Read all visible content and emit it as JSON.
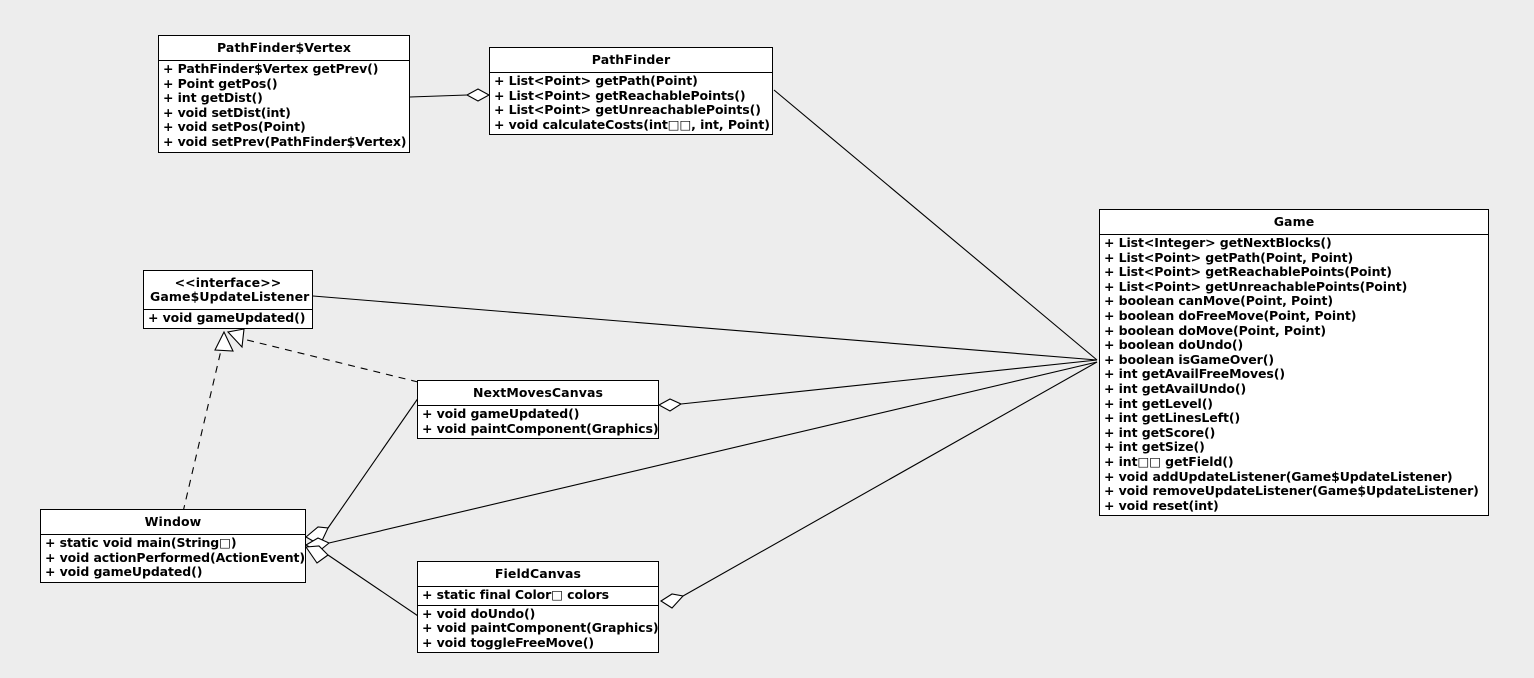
{
  "diagram": {
    "type": "uml-class-diagram",
    "background_color": "#ededed",
    "box_fill_color": "#ffffff",
    "line_color": "#000000"
  },
  "classes": {
    "pathfinder_vertex": {
      "name": "PathFinder$Vertex",
      "stereotype": "",
      "attributes": [],
      "methods": [
        "+ PathFinder$Vertex getPrev()",
        "+ Point getPos()",
        "+ int getDist()",
        "+ void setDist(int)",
        "+ void setPos(Point)",
        "+ void setPrev(PathFinder$Vertex)"
      ]
    },
    "pathfinder": {
      "name": "PathFinder",
      "stereotype": "",
      "attributes": [],
      "methods": [
        "+ List<Point> getPath(Point)",
        "+ List<Point> getReachablePoints()",
        "+ List<Point> getUnreachablePoints()",
        "+ void calculateCosts(int□□, int, Point)"
      ]
    },
    "game_update_listener": {
      "name": "Game$UpdateListener",
      "stereotype": "<<interface>>",
      "attributes": [],
      "methods": [
        "+ void gameUpdated()"
      ]
    },
    "next_moves_canvas": {
      "name": "NextMovesCanvas",
      "stereotype": "",
      "attributes": [],
      "methods": [
        "+ void gameUpdated()",
        "+ void paintComponent(Graphics)"
      ]
    },
    "window": {
      "name": "Window",
      "stereotype": "",
      "attributes": [],
      "methods": [
        "+ static void main(String□)",
        "+ void actionPerformed(ActionEvent)",
        "+ void gameUpdated()"
      ]
    },
    "field_canvas": {
      "name": "FieldCanvas",
      "stereotype": "",
      "attributes": [
        "+ static final Color□ colors"
      ],
      "methods": [
        "+ void doUndo()",
        "+ void paintComponent(Graphics)",
        "+ void toggleFreeMove()"
      ]
    },
    "game": {
      "name": "Game",
      "stereotype": "",
      "attributes": [],
      "methods": [
        "+ List<Integer> getNextBlocks()",
        "+ List<Point> getPath(Point, Point)",
        "+ List<Point> getReachablePoints(Point)",
        "+ List<Point> getUnreachablePoints(Point)",
        "+ boolean canMove(Point, Point)",
        "+ boolean doFreeMove(Point, Point)",
        "+ boolean doMove(Point, Point)",
        "+ boolean doUndo()",
        "+ boolean isGameOver()",
        "+ int getAvailFreeMoves()",
        "+ int getAvailUndo()",
        "+ int getLevel()",
        "+ int getLinesLeft()",
        "+ int getScore()",
        "+ int getSize()",
        "+ int□□ getField()",
        "+ void addUpdateListener(Game$UpdateListener)",
        "+ void removeUpdateListener(Game$UpdateListener)",
        "+ void reset(int)"
      ]
    }
  },
  "relationships": [
    {
      "from": "pathfinder_vertex",
      "to": "pathfinder",
      "kind": "aggregation"
    },
    {
      "from": "pathfinder",
      "to": "game",
      "kind": "association"
    },
    {
      "from": "game_update_listener",
      "to": "game",
      "kind": "association"
    },
    {
      "from": "window",
      "to": "game_update_listener",
      "kind": "realization"
    },
    {
      "from": "next_moves_canvas",
      "to": "game_update_listener",
      "kind": "realization"
    },
    {
      "from": "next_moves_canvas",
      "to": "game",
      "kind": "aggregation"
    },
    {
      "from": "field_canvas",
      "to": "game",
      "kind": "aggregation"
    },
    {
      "from": "window",
      "to": "next_moves_canvas",
      "kind": "aggregation"
    },
    {
      "from": "window",
      "to": "field_canvas",
      "kind": "aggregation"
    },
    {
      "from": "window",
      "to": "game",
      "kind": "aggregation"
    }
  ]
}
